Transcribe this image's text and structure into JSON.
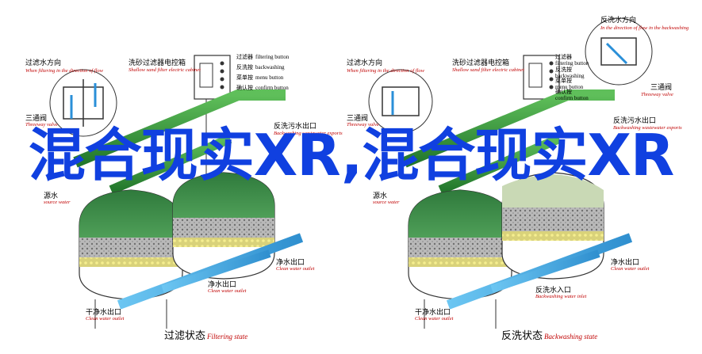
{
  "left": {
    "reverse_valve": "过滤水方向",
    "reverse_valve_en": "When filtering in the direction of flow",
    "cabinet": "洗砂过滤器电控箱",
    "cabinet_en": "Shallow sand filter electric cabinet",
    "buttons": [
      {
        "cn": "过滤器",
        "en": "filtering button"
      },
      {
        "cn": "反洗按",
        "en": "backwashing"
      },
      {
        "cn": "菜单按",
        "en": "menu button"
      },
      {
        "cn": "确认按",
        "en": "confirm button"
      }
    ],
    "three_way": "三通阀",
    "three_way_en": "Threeway valve",
    "backwash_out": "反洗污水出口",
    "backwash_out_en": "Backwashing wastewater exports",
    "source": "源水",
    "source_en": "source water",
    "clean_out": "净水出口",
    "clean_out_en": "Clean water outlet",
    "clean_out2": "净水出口",
    "clean_out2_en": "Clean water outlet",
    "sub_outlet": "干净水出口",
    "sub_outlet_en": "Clean water outlet",
    "state_cn": "过滤状态",
    "state_en": "Filtering state"
  },
  "right": {
    "reverse_valve": "反洗水方向",
    "reverse_valve_en": "In the direction of flow in the backwashing",
    "reverse_valve2": "过滤水方向",
    "reverse_valve2_en": "When filtering in the direction of flow",
    "cabinet": "洗砂过滤器电控箱",
    "cabinet_en": "Shallow sand filter electric cabinet",
    "buttons": [
      {
        "cn": "过滤器",
        "en": "filtering button"
      },
      {
        "cn": "反洗按",
        "en": "backwashing"
      },
      {
        "cn": "菜单按",
        "en": "menu button"
      },
      {
        "cn": "确认按",
        "en": "confirm button"
      }
    ],
    "three_way": "三通阀",
    "three_way_en": "Threeway valve",
    "three_way2": "三通阀",
    "three_way2_en": "Threeway valve",
    "backwash_out": "反洗污水出口",
    "backwash_out_en": "Backwashing wastewater exports",
    "source": "源水",
    "source_en": "source water",
    "clean_out": "净水出口",
    "clean_out_en": "Clean water outlet",
    "backwash_in": "反洗水入口",
    "backwash_in_en": "Backwashing water inlet",
    "sub_outlet": "干净水出口",
    "sub_outlet_en": "Clean water outlet",
    "state_cn": "反洗状态",
    "state_en": "Backwashing state"
  },
  "overlay_text": "混合现实XR,混合现实XR",
  "colors": {
    "pipe_green": "#2f9a3a",
    "pipe_blue": "#49a9e0",
    "tank_top": "#3f8a4a",
    "sand": "#9a9a9a",
    "gravel": "#e7e27a",
    "overlay": "#1040e0",
    "label_red": "#c00000"
  }
}
